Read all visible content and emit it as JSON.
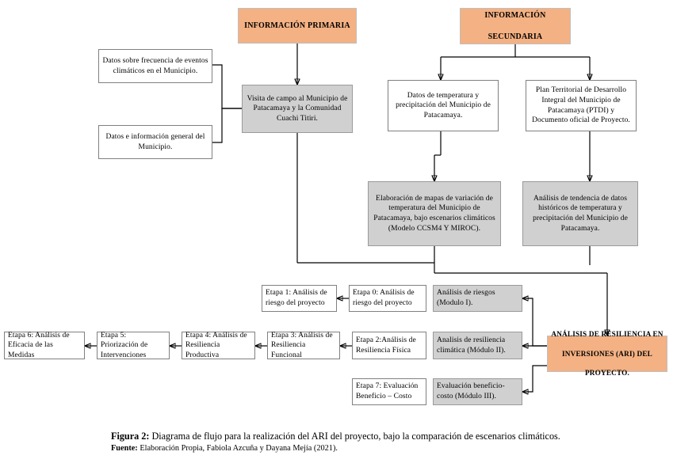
{
  "diagram": {
    "title_primary": "INFORMACIÓN PRIMARIA",
    "title_secondary_line1": "INFORMACIÓN",
    "title_secondary_line2": "SECUNDARIA",
    "colors": {
      "accent_orange": "#F4B183",
      "fill_gray": "#D0D0D0",
      "fill_white": "#FFFFFF",
      "border": "#808080",
      "connector": "#000000"
    },
    "nodes": {
      "informacion_primaria": "INFORMACIÓN PRIMARIA",
      "informacion_secundaria": "INFORMACIÓN SECUNDARIA",
      "visita_campo": "Visita de campo al Municipio de Patacamaya y la Comunidad Cuachi Titiri.",
      "datos_frecuencia": "Datos sobre frecuencia de eventos climáticos en el Municipio.",
      "datos_generales": "Datos e información general del Municipio.",
      "datos_temperatura": "Datos de temperatura y precipitación del Municipio de Patacamaya.",
      "plan_territorial": "Plan Territorial de Desarrollo Integral del Municipio de Patacamaya (PTDI) y Documento oficial de Proyecto.",
      "elaboracion_mapas": "Elaboración de mapas de variación de temperatura del Municipio de Patacamaya, bajo escenarios climáticos (Modelo CCSM4 Y MIROC).",
      "analisis_tendencia": "Análisis de tendencia de datos históricos de temperatura y precipitación del Municipio de Patacamaya.",
      "ari_proyecto_line1": "ANÁLISIS DE RESILIENCIA EN",
      "ari_proyecto_line2": "INVERSIONES (ARI) DEL",
      "ari_proyecto_line3": "PROYECTO.",
      "modulo_i": "Análisis de riesgos (Modulo I).",
      "modulo_ii": "Analisis de resiliencia climática (Módulo II).",
      "modulo_iii": "Evaluación beneficio-costo (Módulo III).",
      "etapa_0": "Etapa 0: Análisis de riesgo del proyecto",
      "etapa_1": "Etapa 1: Análisis de riesgo del proyecto",
      "etapa_2": "Etapa 2:Análisis de Resiliencia Física",
      "etapa_3": "Etapa 3: Análisis de Resiliencia Funcional",
      "etapa_4": "Etapa 4: Análisis de Resiliencia Productiva",
      "etapa_5": "Etapa 5: Priorización de Intervenciones",
      "etapa_6": "Etapa 6: Análisis de Eficacia de las Medidas",
      "etapa_7": "Etapa 7: Evaluación Beneficio – Costo"
    }
  },
  "caption": {
    "figure_label": "Figura 2:",
    "figure_text": " Diagrama de flujo para la realización del ARI del proyecto, bajo la comparación de escenarios climáticos.",
    "source_label": "Fuente:",
    "source_text": " Elaboración Propia, Fabiola Azcuña y Dayana Mejía (2021)."
  }
}
